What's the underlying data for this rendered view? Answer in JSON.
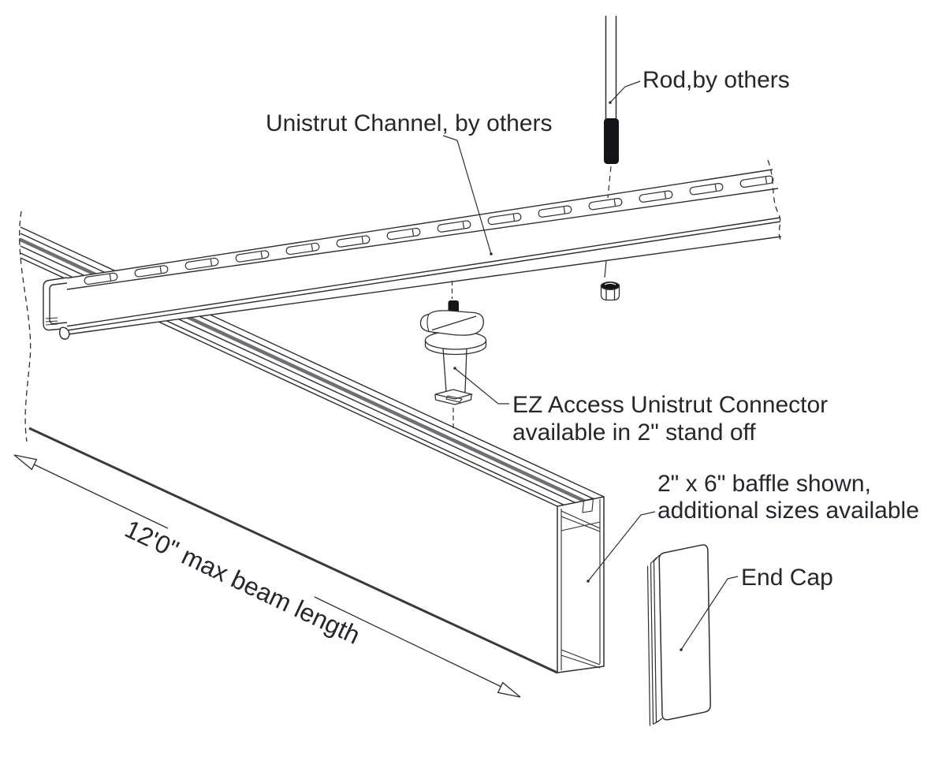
{
  "drawing": {
    "labels": {
      "rod": "Rod,by others",
      "channel": "Unistrut Channel, by others",
      "connector_line1": "EZ Access Unistrut Connector",
      "connector_line2": "available in 2\" stand off",
      "baffle_line1": "2\" x 6\" baffle shown,",
      "baffle_line2": "additional sizes available",
      "end_cap": "End Cap",
      "dimension": "12'0\" max beam length"
    },
    "colors": {
      "background": "#ffffff",
      "line": "#2e2e33",
      "text": "#26262c",
      "slot_shadow": "#6f6f73",
      "black_fill": "#141416",
      "thick_edge": "#3a3a3e"
    }
  }
}
